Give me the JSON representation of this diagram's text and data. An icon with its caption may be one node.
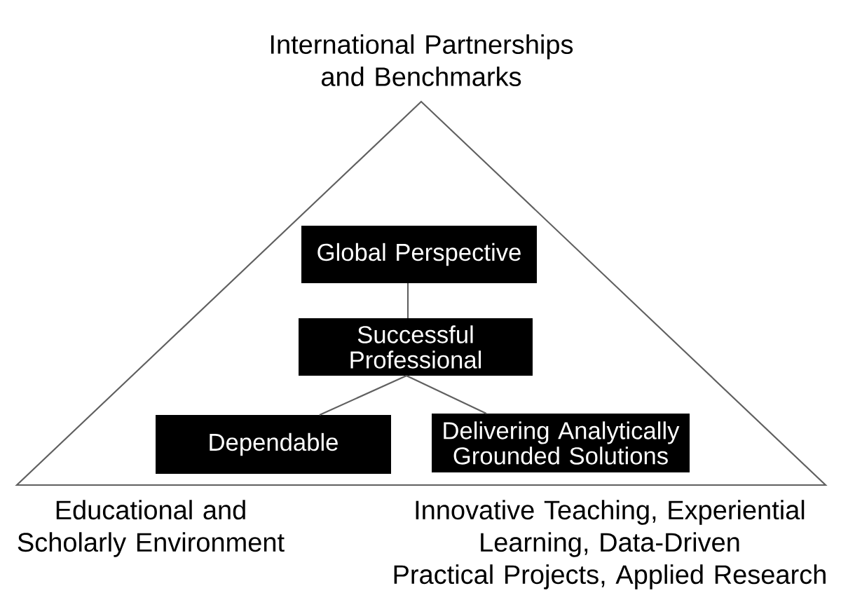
{
  "diagram": {
    "nodes": [
      {
        "text": [],
        "shape": "triangle"
      },
      {
        "text": [
          "Global Perspective"
        ],
        "in": 0
      },
      {
        "text": [
          "Successful Professional"
        ],
        "in": 0
      },
      {
        "text": [
          "Dependable"
        ],
        "in": 0
      },
      {
        "text": [
          "Delivering Analytically Grounded Solutions"
        ],
        "in": 0
      }
    ],
    "edges": [
      {
        "from": 1,
        "to": 2,
        "arrow": "none"
      },
      {
        "from": 2,
        "to": 3,
        "arrow": "none"
      },
      {
        "from": 2,
        "to": 4,
        "arrow": "none"
      }
    ],
    "labels": [
      "International Partnerships and Benchmarks",
      "Educational and Scholarly Environment",
      "Innovative Teaching, Experiential Learning, Data-Driven Practical Projects, Applied Research"
    ]
  }
}
